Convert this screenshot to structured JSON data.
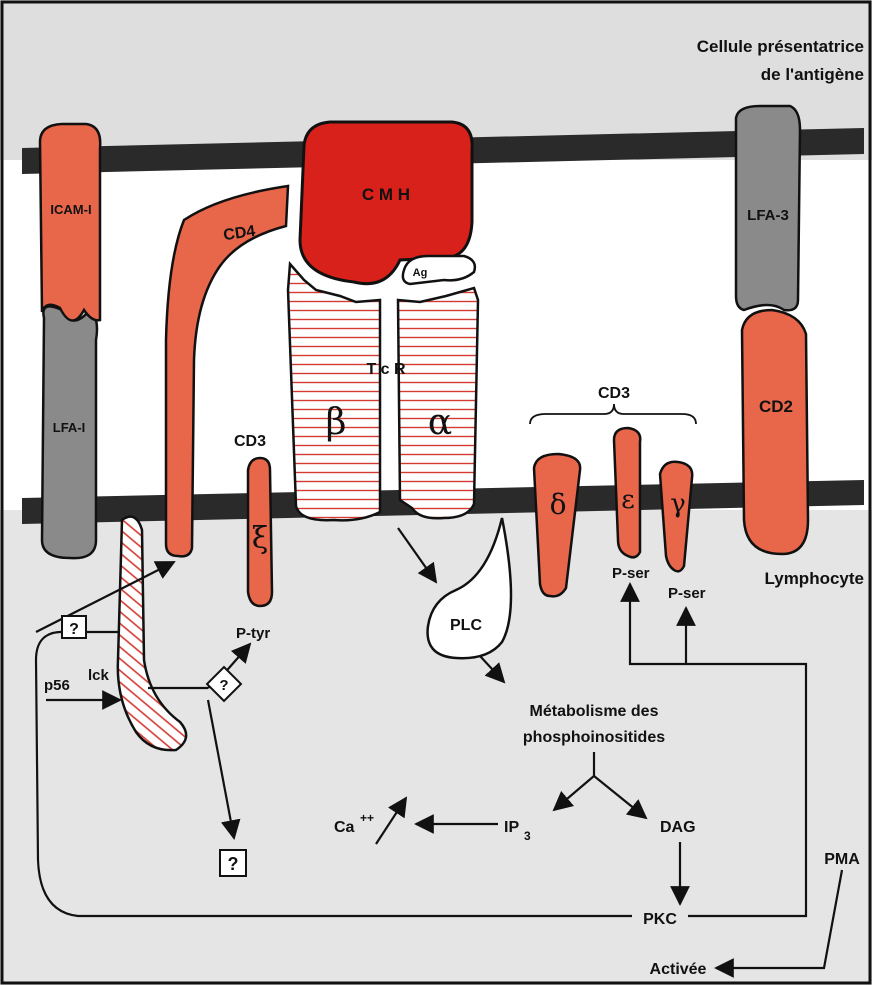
{
  "labels": {
    "apc_line1": "Cellule présentatrice",
    "apc_line2": "de l'antigène",
    "lymphocyte": "Lymphocyte",
    "icam": "ICAM-I",
    "lfa1": "LFA-I",
    "cd4": "CD4",
    "cmh": "C M H",
    "ag": "Ag",
    "tcr": "T c R",
    "beta": "β",
    "alpha": "α",
    "lfa3": "LFA-3",
    "cd2": "CD2",
    "cd3_left": "CD3",
    "cd3_right": "CD3",
    "xi": "ξ",
    "delta": "δ",
    "epsilon": "ε",
    "gamma": "γ",
    "ptyr": "P-tyr",
    "pser1": "P-ser",
    "pser2": "P-ser",
    "plc": "PLC",
    "metab_line1": "Métabolisme des",
    "metab_line2": "phosphoinositides",
    "ca": "Ca",
    "ca_sup": "++",
    "ip3": "IP",
    "ip3_sub": "3",
    "dag": "DAG",
    "pkc": "PKC",
    "activee": "Activée",
    "pma": "PMA",
    "p56": "p56",
    "lck": "lck",
    "question": "?"
  },
  "colors": {
    "salmon": "#e8664a",
    "red": "#d8211b",
    "grey": "#8a8a8a",
    "membrane": "#2a2a2a",
    "hatch": "#d23a32",
    "background_top": "#dedede",
    "background_bottom": "#e5e5e5",
    "cleft": "#ffffff"
  }
}
